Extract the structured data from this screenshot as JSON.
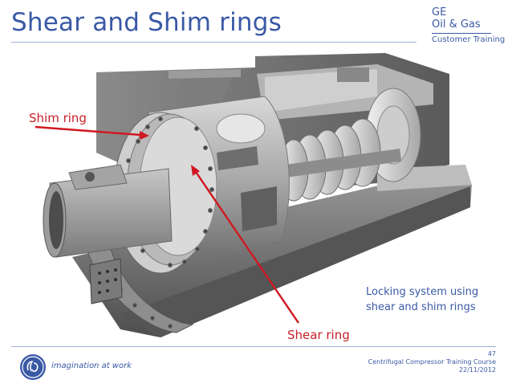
{
  "slide": {
    "title": "Shear and Shim rings",
    "brand": {
      "line1": "GE",
      "line2": "Oil & Gas",
      "line3": "Customer Training"
    },
    "labels": {
      "shim": "Shim ring",
      "shear": "Shear ring",
      "locking_line1": "Locking system using",
      "locking_line2": "shear and shim rings"
    },
    "footer": {
      "tagline": "imagination at work",
      "page": "47",
      "course": "Centrifugal Compressor Training Course",
      "date": "22/11/2012"
    },
    "colors": {
      "accent": "#3a59a6",
      "arrow": "#d01820"
    },
    "icons": {
      "logo": "ge-monogram-icon"
    }
  }
}
